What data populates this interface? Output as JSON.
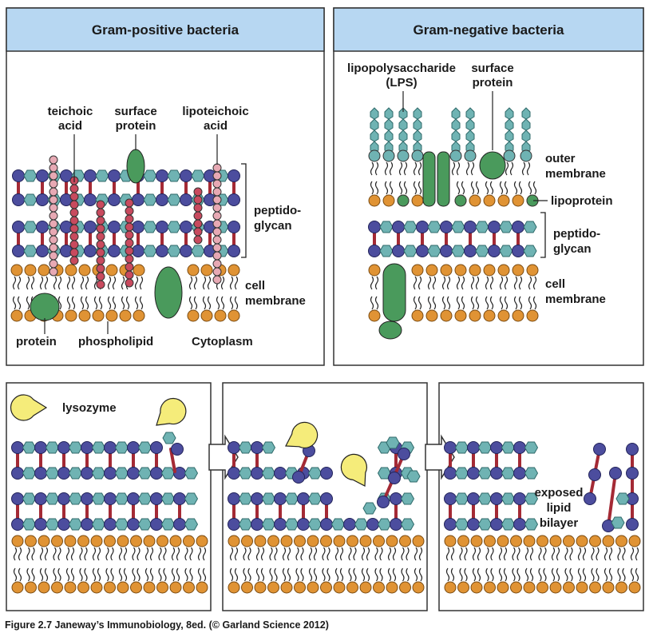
{
  "panels": {
    "gram_positive": {
      "title": "Gram-positive bacteria",
      "labels": {
        "teichoic_1": "teichoic",
        "teichoic_2": "acid",
        "surface_1": "surface",
        "surface_2": "protein",
        "lipoteichoic_1": "lipoteichoic",
        "lipoteichoic_2": "acid",
        "peptido_1": "peptido-",
        "peptido_2": "glycan",
        "cellmem_1": "cell",
        "cellmem_2": "membrane",
        "protein": "protein",
        "phospholipid": "phospholipid",
        "cytoplasm": "Cytoplasm"
      }
    },
    "gram_negative": {
      "title": "Gram-negative bacteria",
      "labels": {
        "lps_1": "lipopolysaccharide",
        "lps_2": "(LPS)",
        "surface_1": "surface",
        "surface_2": "protein",
        "outer_1": "outer",
        "outer_2": "membrane",
        "lipoprotein": "lipoprotein",
        "peptido_1": "peptido-",
        "peptido_2": "glycan",
        "cellmem_1": "cell",
        "cellmem_2": "membrane"
      }
    },
    "lysozyme": {
      "legend": "lysozyme",
      "exposed_1": "exposed",
      "exposed_2": "lipid",
      "exposed_3": "bilayer"
    }
  },
  "caption": "Figure 2.7  Janeway’s Immunobiology, 8ed. (© Garland Science 2012)",
  "colors": {
    "header_bg": "#b7d7f2",
    "hexagon": "#6fb3b3",
    "nag_circle": "#4c4d9e",
    "crosslink": "#a42a35",
    "lipid_head": "#e09334",
    "protein": "#4a9a5c",
    "teichoic": "#c84a5e",
    "lipoteichoic": "#e7a9b4",
    "lysozyme": "#f5ec7a"
  }
}
